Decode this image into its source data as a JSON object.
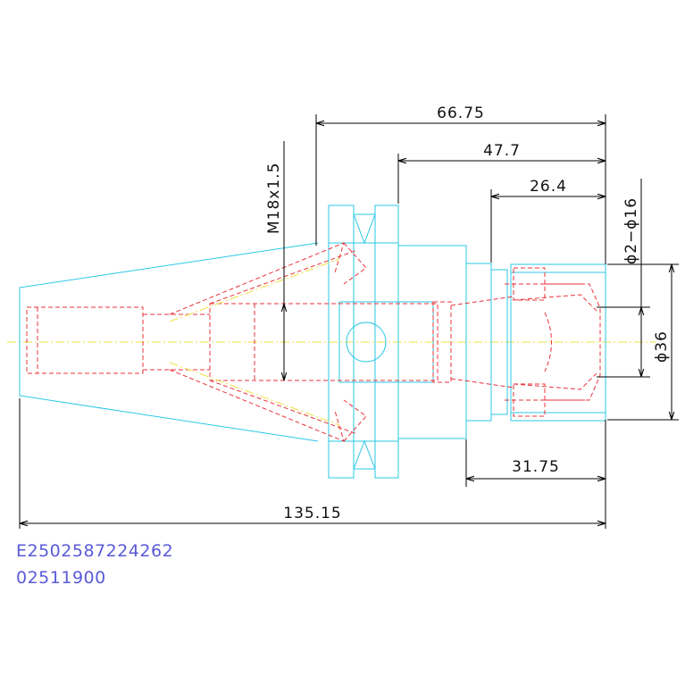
{
  "drawing": {
    "dimensions": {
      "overall_length": "66.75",
      "shank_length": "47.7",
      "nose_length": "26.4",
      "total_length": "135.15",
      "collar_length": "31.75",
      "thread": "M18x1.5",
      "clamp_range": "ϕ2−ϕ16",
      "nut_diameter": "ϕ36"
    },
    "part_code": "E2502587224262",
    "part_number": "02511900"
  },
  "colors": {
    "outline": "#29c8e6",
    "hidden": "#e8333a",
    "centerline": "#f0e040",
    "dimension": "#000000",
    "code_text": "#5a5ad8"
  }
}
